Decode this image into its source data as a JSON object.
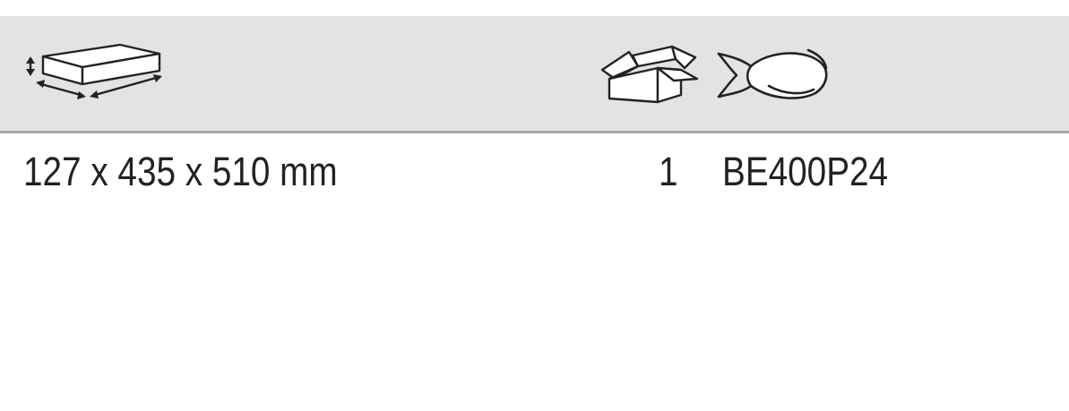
{
  "packaging": {
    "icons": {
      "dimensions": "box-dimensions-icon",
      "carton": "open-carton-icon",
      "fish": "fish-icon"
    },
    "dimensions": "127 x 435 x 510 mm",
    "quantity": "1",
    "code": "BE400P24",
    "colors": {
      "header_background": "#e3e3e3",
      "header_rule": "#a6a6a6",
      "text": "#222222"
    }
  }
}
